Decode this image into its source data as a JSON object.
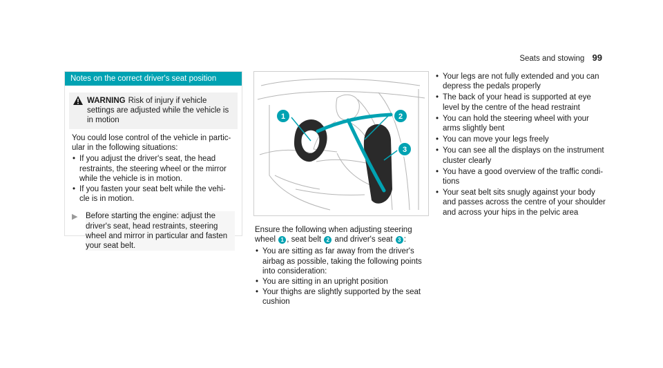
{
  "header": {
    "section": "Seats and stowing",
    "page_number": "99"
  },
  "notes": {
    "title": "Notes on the correct driver's seat position",
    "warning_label": "WARNING",
    "warning_text": "Risk of injury if vehicle settings are adjusted while the vehicle is in motion",
    "intro": "You could lose control of the vehicle in partic-ular in the following situations:",
    "situations": [
      "If you adjust the driver's seat, the head restraints, the steering wheel or the mirror while the vehicle is in motion.",
      "If you fasten your seat belt while the vehi-cle is in motion."
    ],
    "instruction": "Before starting the engine: adjust the driver's seat, head restraints, steering wheel and mirror in particular and fasten your seat belt."
  },
  "figure": {
    "callouts": [
      "1",
      "2",
      "3"
    ]
  },
  "middle": {
    "intro_parts": {
      "a": "Ensure the following when adjusting steering wheel",
      "b": ", seat belt",
      "c": "and driver's seat",
      "d": ":"
    },
    "markers": [
      "1",
      "2",
      "3"
    ],
    "bullets": [
      "You are sitting as far away from the driver's airbag as possible, taking the following points into consideration:",
      "You are sitting in an upright position",
      "Your thighs are slightly supported by the seat cushion"
    ]
  },
  "right": {
    "bullets": [
      "Your legs are not fully extended and you can depress the pedals properly",
      "The back of your head is supported at eye level by the centre of the head restraint",
      "You can hold the steering wheel with your arms slightly bent",
      "You can move your legs freely",
      "You can see all the displays on the instrument cluster clearly",
      "You have a good overview of the traffic condi-tions",
      "Your seat belt sits snugly against your body and passes across the centre of your shoulder and across your hips in the pelvic area"
    ]
  },
  "colors": {
    "accent": "#00a2b2",
    "warning_bg": "#f1f1f1"
  }
}
